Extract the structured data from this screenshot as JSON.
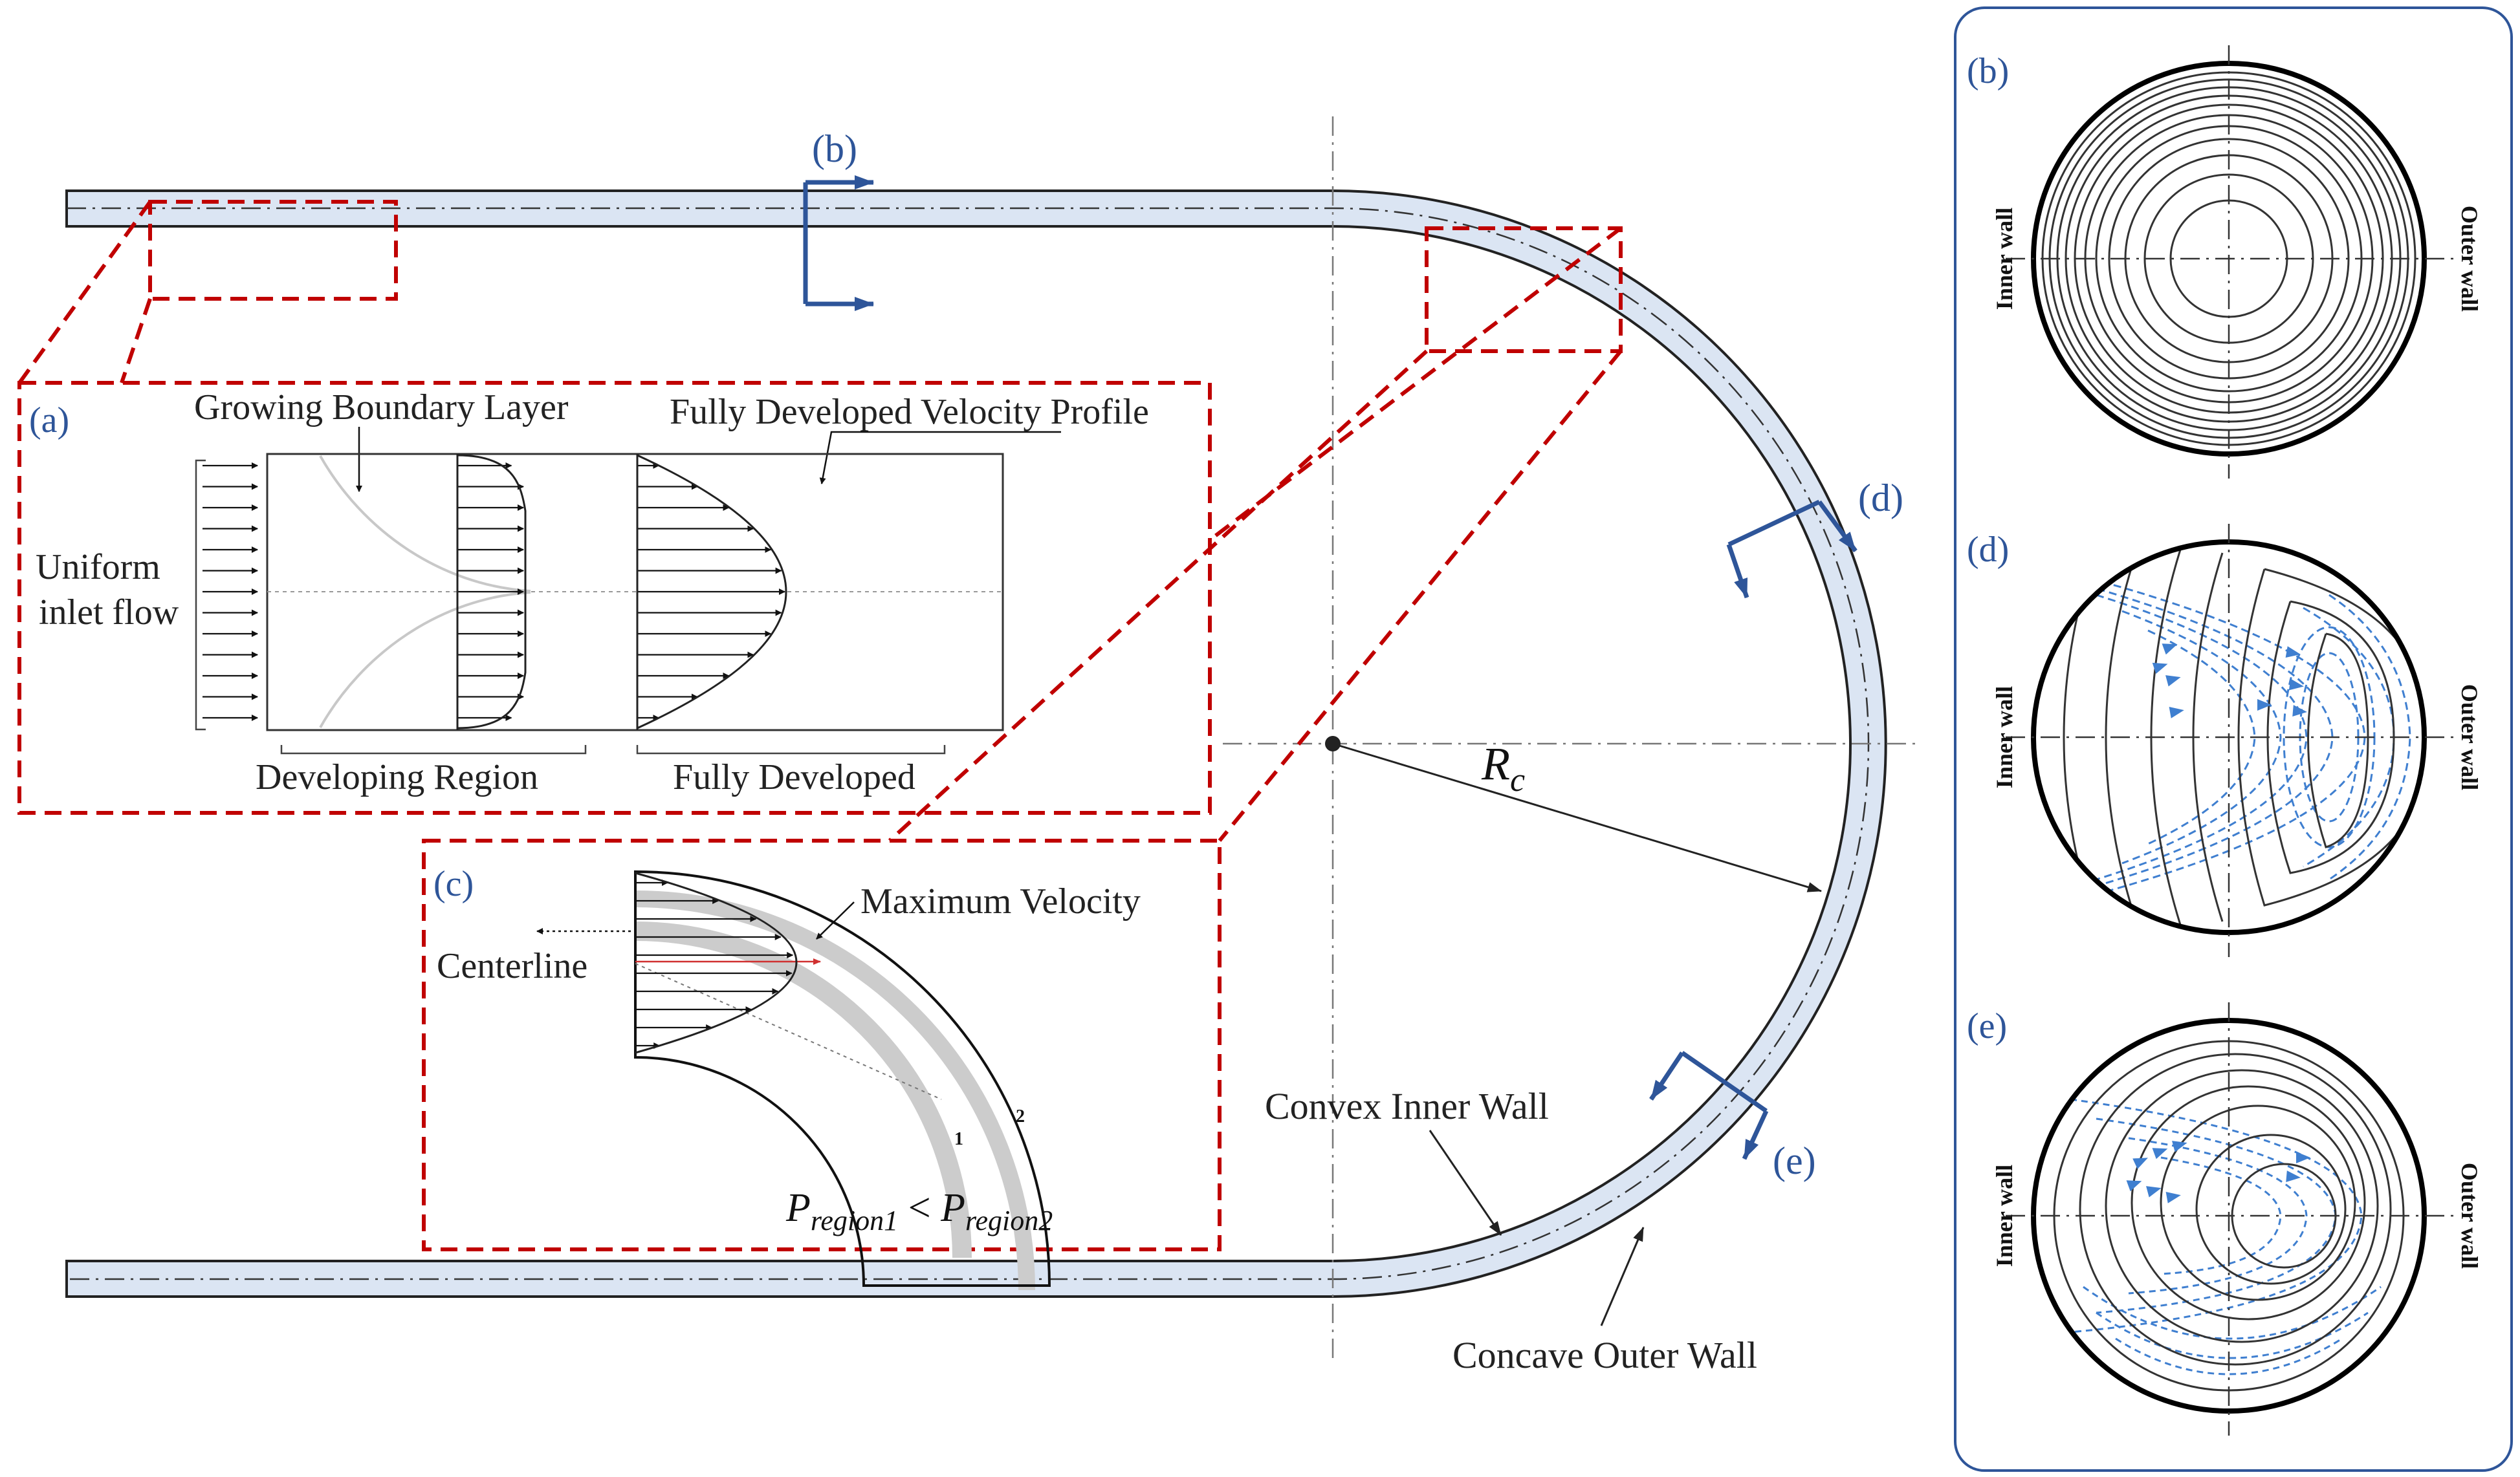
{
  "labels": {
    "a": "(a)",
    "b": "(b)",
    "c": "(c)",
    "d": "(d)",
    "e": "(e)"
  },
  "panel_a": {
    "growing_boundary_layer": "Growing Boundary Layer",
    "fully_developed_velocity_profile": "Fully Developed Velocity Profile",
    "uniform": "Uniform",
    "inlet_flow": "inlet flow",
    "developing_region": "Developing Region",
    "fully_developed": "Fully Developed"
  },
  "panel_c": {
    "maximum_velocity": "Maximum Velocity",
    "centerline": "Centerline",
    "region_1": "1",
    "region_2": "2",
    "p_symbol": "P",
    "region1_sub": "region1",
    "less_than": " < ",
    "region2_sub": "region2"
  },
  "bend": {
    "radius_symbol": "R",
    "radius_subscript": "c",
    "convex_inner_wall": "Convex Inner Wall",
    "concave_outer_wall": "Concave Outer Wall"
  },
  "cross_sections": {
    "inner_wall": "Inner wall",
    "outer_wall": "Outer wall"
  },
  "colors": {
    "pipe_fill": "#dbe5f3",
    "section_blue": "#2e5599",
    "red_dashed": "#c00000",
    "secondary_flow": "#3f7fd0"
  }
}
